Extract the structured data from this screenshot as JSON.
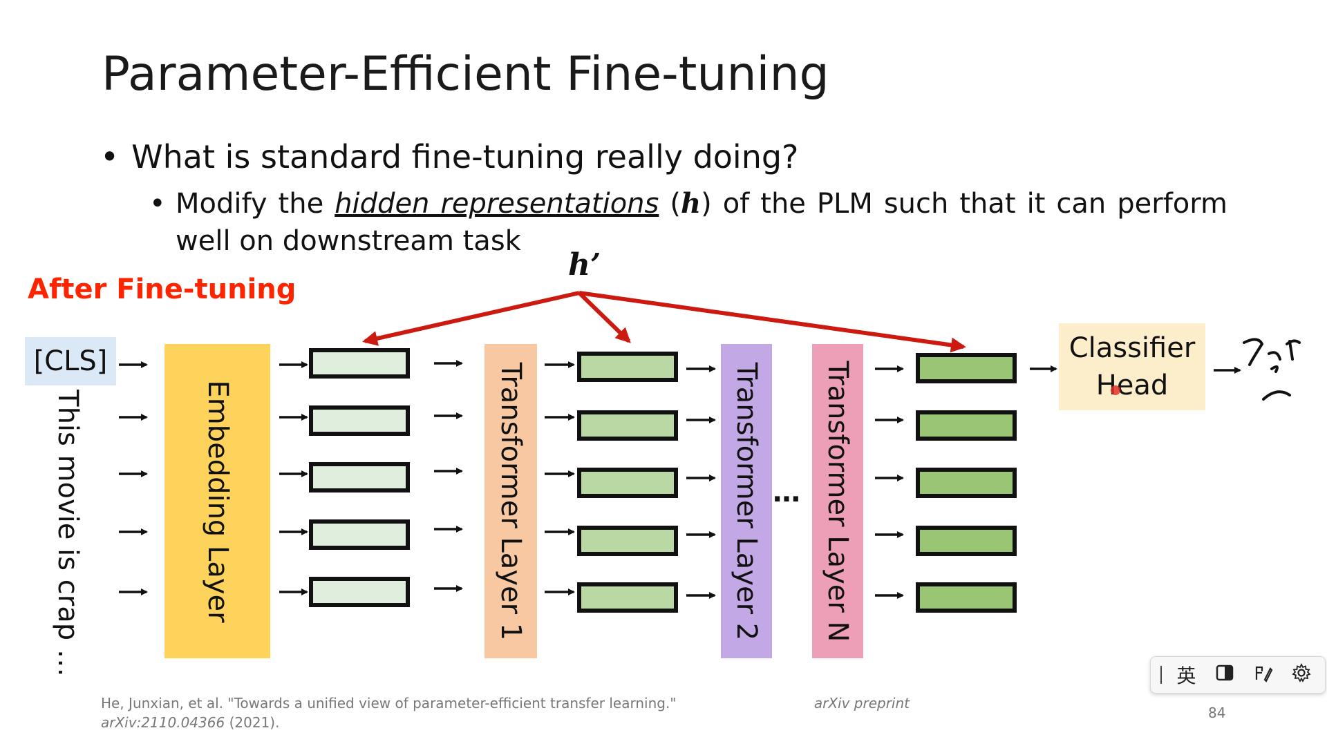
{
  "slide": {
    "title": "Parameter-Efficient Fine-tuning",
    "bullet1": "What is standard fine-tuning really doing?",
    "bullet2": {
      "before": "Modify the ",
      "emph": "hidden representations",
      "open": " (",
      "symbol": "h",
      "after": ") of the PLM such that it can perform well on downstream task"
    },
    "bullet_char": "•",
    "page_number": "84"
  },
  "diagram": {
    "heading": "After Fine-tuning",
    "hprime_label": "h’",
    "cls_token": "[CLS]",
    "input_sentence": "This movie is crap …",
    "layers": {
      "embedding": "Embedding Layer",
      "transformer1": "Transformer Layer 1",
      "transformer2": "Transformer Layer 2",
      "transformerN": "Transformer Layer N",
      "ellipsis": "…"
    },
    "classifier_line1": "Classifier",
    "classifier_line2": "Head",
    "colors": {
      "heading": "#ff2400",
      "arrow_red": "#cc1a10",
      "embedding": "#fdd35b",
      "transformer1": "#f8c8a2",
      "transformer2": "#c3a8e6",
      "transformerN": "#ee9fb8",
      "vec_light": "#dfeedd",
      "vec_mid": "#b9d8a3",
      "vec_dark": "#99c574",
      "classifier": "#fdeecb",
      "cls_bg": "#dbe8f6"
    }
  },
  "citation": {
    "text1": "He, Junxian, et al. \"Towards a unified view of parameter-efficient transfer learning.\"",
    "italic1": "arXiv preprint",
    "italic2": "arXiv:2110.04366",
    "year": "(2021)."
  },
  "ime_toolbar": {
    "lang_label": "英",
    "icons": [
      "cursor-icon",
      "language-icon",
      "layout-icon",
      "handwriting-icon",
      "settings-icon"
    ]
  }
}
